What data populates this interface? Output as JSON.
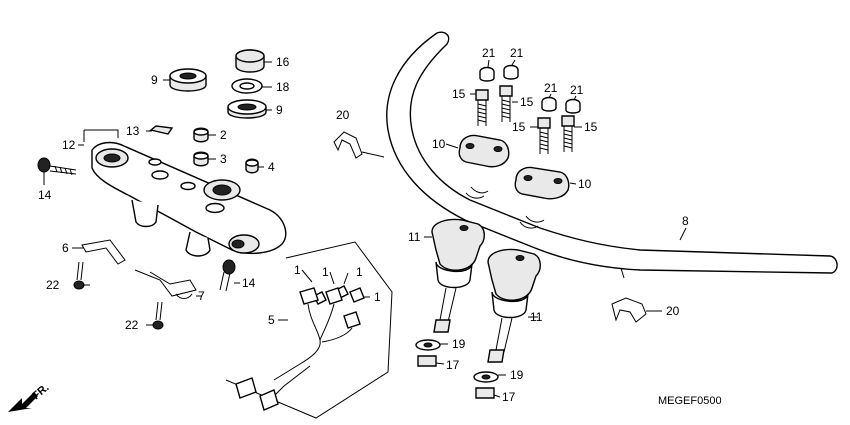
{
  "diagram": {
    "code": "MEGEF0500",
    "direction_label": "FR.",
    "callouts": {
      "c1a": "1",
      "c1b": "1",
      "c1c": "1",
      "c1d": "1",
      "c2": "2",
      "c3": "3",
      "c4": "4",
      "c5": "5",
      "c6": "6",
      "c7": "7",
      "c8": "8",
      "c9a": "9",
      "c9b": "9",
      "c10a": "10",
      "c10b": "10",
      "c11a": "11",
      "c11b": "11",
      "c12": "12",
      "c13": "13",
      "c14a": "14",
      "c14b": "14",
      "c15a": "15",
      "c15b": "15",
      "c15c": "15",
      "c15d": "15",
      "c16": "16",
      "c17a": "17",
      "c17b": "17",
      "c18": "18",
      "c19a": "19",
      "c19b": "19",
      "c20a": "20",
      "c20b": "20",
      "c21a": "21",
      "c21b": "21",
      "c21c": "21",
      "c21d": "21",
      "c22a": "22",
      "c22b": "22"
    }
  }
}
